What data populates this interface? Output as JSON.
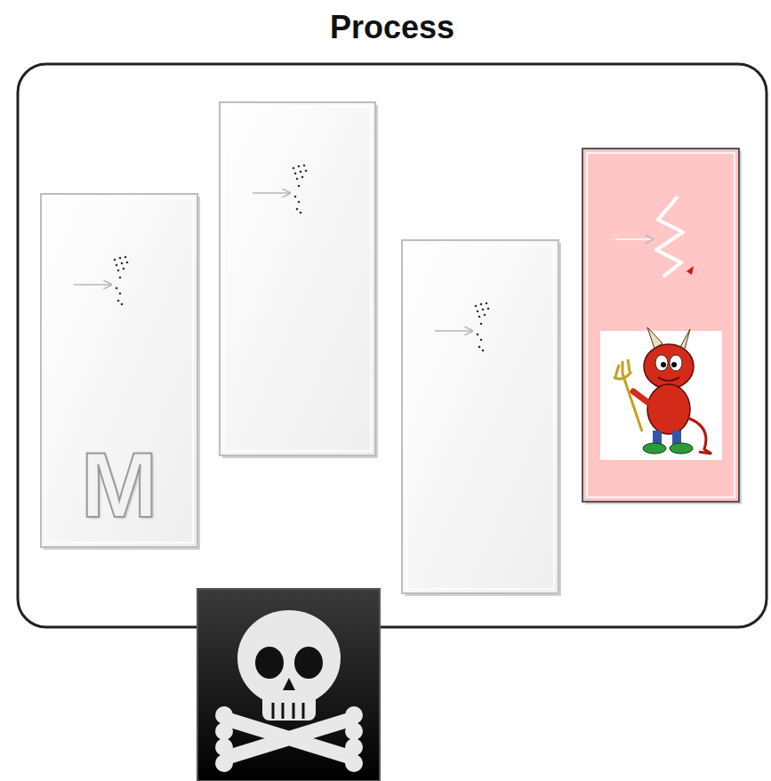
{
  "diagram": {
    "nodes": [
      {
        "text": [
          "Process"
        ]
      },
      {
        "text": [
          "M"
        ],
        "in": 0
      }
    ]
  }
}
